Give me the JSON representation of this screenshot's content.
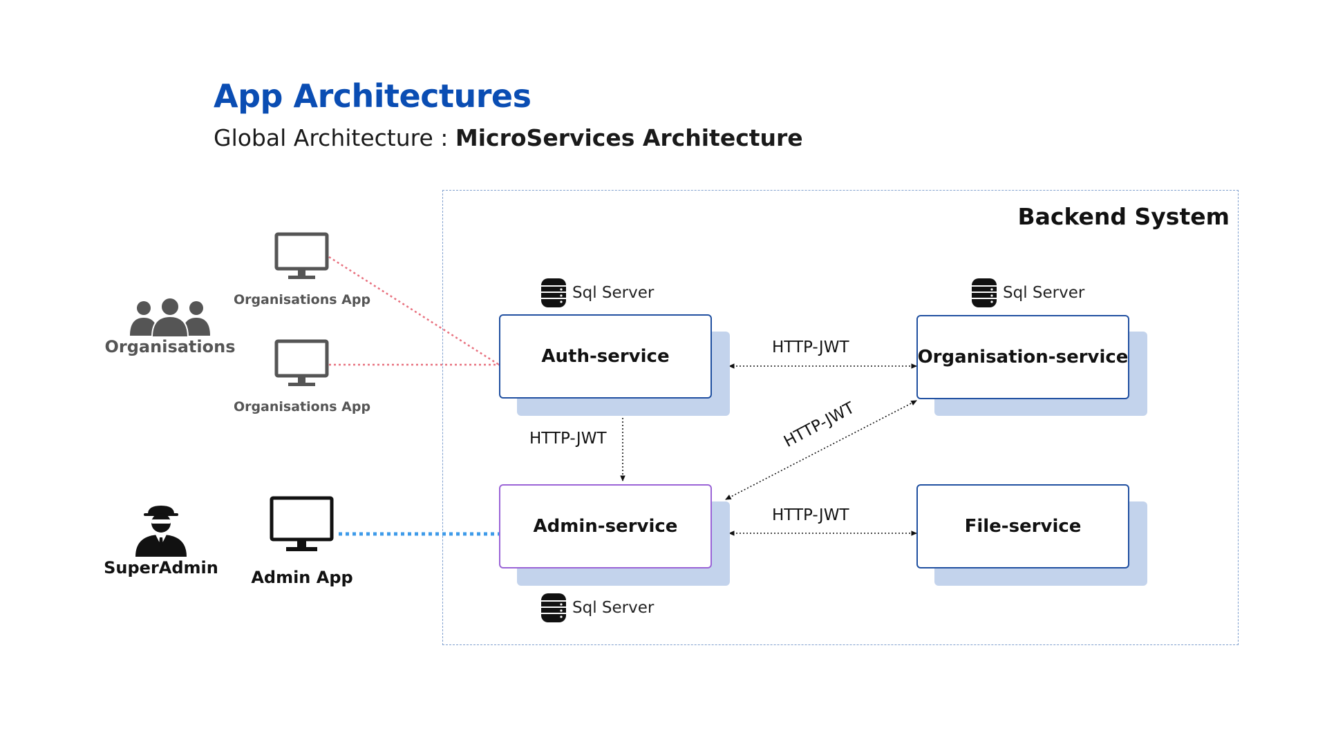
{
  "header": {
    "title": "App Architectures",
    "subtitle_prefix": "Global Architecture : ",
    "subtitle_bold": "MicroServices Architecture"
  },
  "backend": {
    "label": "Backend System"
  },
  "services": {
    "auth": "Auth-service",
    "organisation": "Organisation-service",
    "admin": "Admin-service",
    "file": "File-service"
  },
  "databases": {
    "auth_db": "Sql Server",
    "organisation_db": "Sql Server",
    "admin_db": "Sql Server"
  },
  "connections": {
    "auth_to_organisation": "HTTP-JWT",
    "auth_to_admin": "HTTP-JWT",
    "admin_to_organisation": "HTTP-JWT",
    "admin_to_file": "HTTP-JWT"
  },
  "clients": {
    "org_app_1": "Organisations App",
    "org_app_2": "Organisations App",
    "admin_app": "Admin App"
  },
  "actors": {
    "organisations": "Organisations",
    "superadmin": "SuperAdmin"
  },
  "colors": {
    "title": "#0a4db3",
    "backend_border": "#7f9fce",
    "service_border": "#1f4fa0",
    "admin_service_border": "#9a63d6",
    "shadow": "#c3d3ec",
    "org_link": "#e8707e",
    "admin_link": "#3f9be9",
    "actor_gray": "#555555"
  },
  "icons": {
    "database": "database-icon",
    "monitor": "monitor-icon",
    "group": "group-users-icon",
    "agent": "secret-agent-icon"
  }
}
